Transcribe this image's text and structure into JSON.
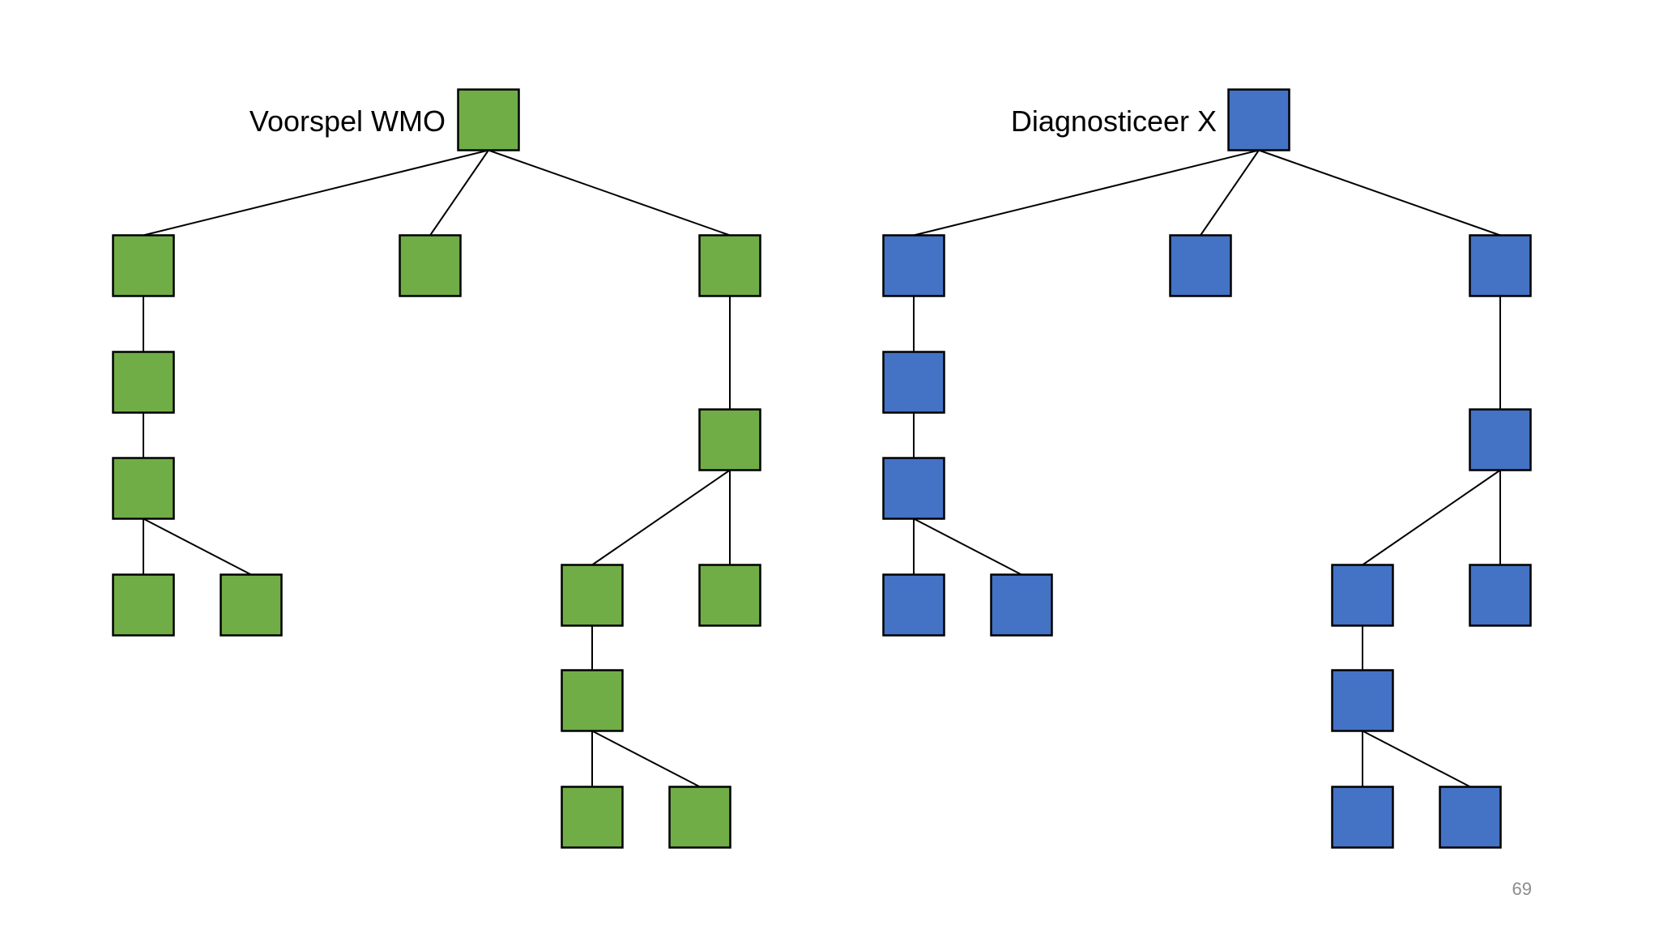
{
  "slide": {
    "page_number": "69"
  },
  "trees": [
    {
      "label": "Voorspel WMO",
      "color": "#70ad47"
    },
    {
      "label": "Diagnosticeer X",
      "color": "#4472c4"
    }
  ]
}
